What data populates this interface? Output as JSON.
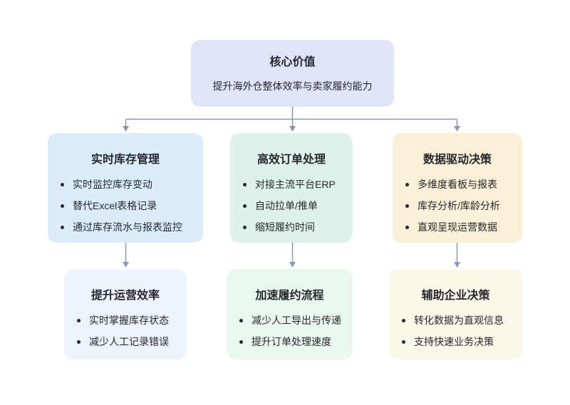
{
  "diagram": {
    "root": {
      "title": "核心价值",
      "subtitle": "提升海外仓整体效率与卖家履约能力"
    },
    "columns": [
      {
        "feature": {
          "title": "实时库存管理",
          "bullets": [
            "实时监控库存变动",
            "替代Excel表格记录",
            "通过库存流水与报表监控"
          ]
        },
        "outcome": {
          "title": "提升运营效率",
          "bullets": [
            "实时掌握库存状态",
            "减少人工记录错误"
          ]
        }
      },
      {
        "feature": {
          "title": "高效订单处理",
          "bullets": [
            "对接主流平台ERP",
            "自动拉单/推单",
            "缩短履约时间"
          ]
        },
        "outcome": {
          "title": "加速履约流程",
          "bullets": [
            "减少人工导出与传递",
            "提升订单处理速度"
          ]
        }
      },
      {
        "feature": {
          "title": "数据驱动决策",
          "bullets": [
            "多维度看板与报表",
            "库存分析/库龄分析",
            "直观呈现运营数据"
          ]
        },
        "outcome": {
          "title": "辅助企业决策",
          "bullets": [
            "转化数据为直观信息",
            "支持快速业务决策"
          ]
        }
      }
    ],
    "colors": {
      "root_bg": "#E0E4FB",
      "feature_bgs": [
        "#DBEDFA",
        "#DEF2E9",
        "#FAF0D7"
      ],
      "outcome_bgs": [
        "#EEF4FB",
        "#E9F7EF",
        "#FBF8E9"
      ],
      "arrow": "#8D97B1",
      "text": "#26282E",
      "background": "#FFFFFF"
    }
  }
}
